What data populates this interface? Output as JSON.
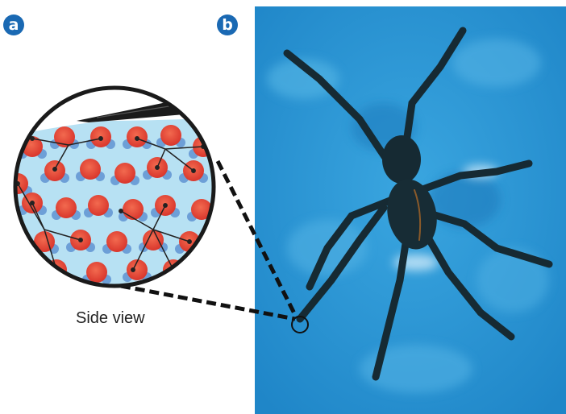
{
  "panels": [
    {
      "label": "a"
    },
    {
      "label": "b"
    }
  ],
  "caption": "Side view",
  "colors": {
    "badge": "#1a69b3",
    "water_light": "#b7e1f3",
    "water_photo": "#2d97d6",
    "oxygen": "#e8423a",
    "hydrogen": "#5a8fd0",
    "spider": "#162a33",
    "leader_line": "#111111"
  },
  "icons": [
    "water-molecule-icon",
    "spider-icon",
    "magnifier-circle-icon"
  ]
}
